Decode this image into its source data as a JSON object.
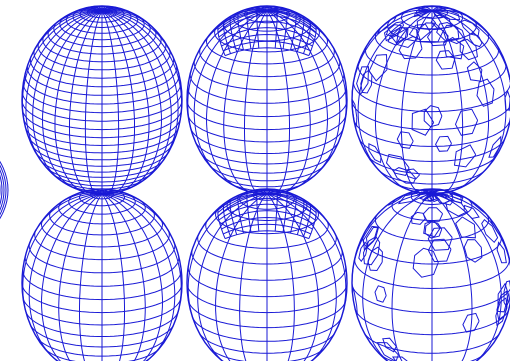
{
  "figure": {
    "background": "#ffffff",
    "stroke_color": "#1a1ad6",
    "layout": {
      "rows": 2,
      "columns": 3,
      "left_edge_fragment": true
    },
    "panels": [
      {
        "id": "structured-polar",
        "row": 1,
        "column": 1,
        "mesh_type": "structured quad mesh, polar-cap refinement",
        "lat_divisions": 34,
        "lon_divisions": 30
      },
      {
        "id": "cube-sphere",
        "row": 1,
        "column": 2,
        "mesh_type": "cubed-sphere quad mesh",
        "lat_divisions": 22,
        "lon_divisions": 22
      },
      {
        "id": "unstructured",
        "row": 1,
        "column": 3,
        "mesh_type": "unstructured polygonal mesh",
        "lat_divisions": 16,
        "lon_divisions": 16
      },
      {
        "id": "structured-polar-coarse",
        "row": 2,
        "column": 1,
        "mesh_type": "structured quad mesh, polar-cap refinement",
        "lat_divisions": 22,
        "lon_divisions": 22
      },
      {
        "id": "cube-sphere-coarse",
        "row": 2,
        "column": 2,
        "mesh_type": "cubed-sphere quad mesh",
        "lat_divisions": 18,
        "lon_divisions": 18
      },
      {
        "id": "unstructured-coarse",
        "row": 2,
        "column": 3,
        "mesh_type": "unstructured polygonal mesh",
        "lat_divisions": 12,
        "lon_divisions": 12
      }
    ]
  }
}
